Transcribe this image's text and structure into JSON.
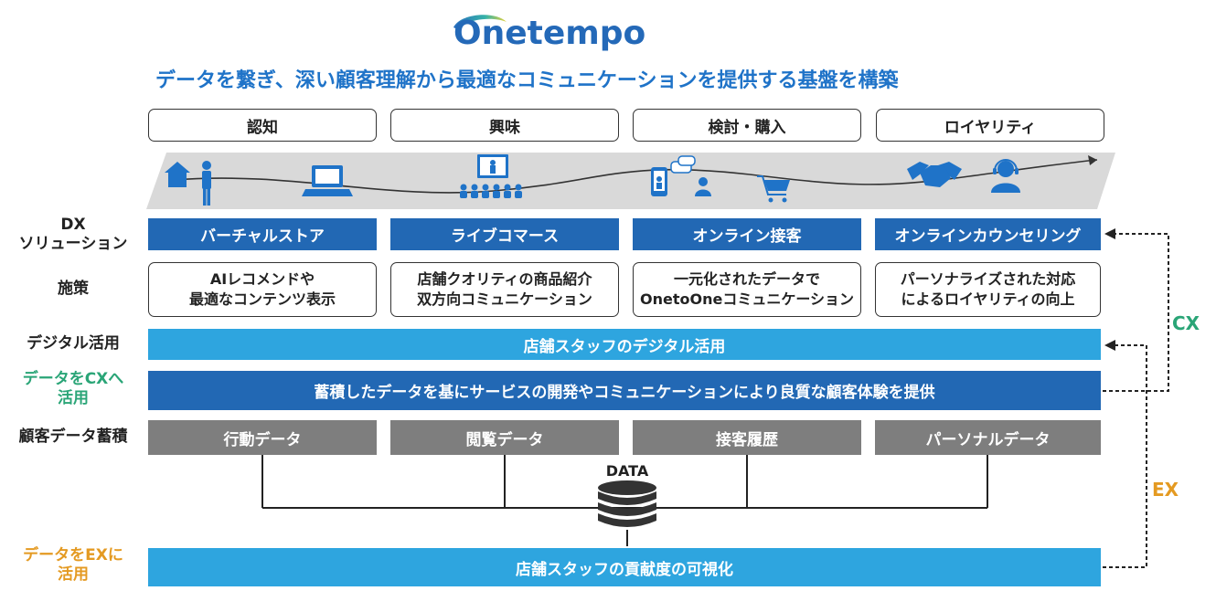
{
  "logo": {
    "text": "Onetempo"
  },
  "headline": "データを繋ぎ、深い顧客理解から最適なコミュニケーションを提供する基盤を構築",
  "stages": [
    "認知",
    "興味",
    "検討・購入",
    "ロイヤリティ"
  ],
  "row_labels": {
    "dx": [
      "DX",
      "ソリューション"
    ],
    "measures": "施策",
    "digital": "デジタル活用",
    "data_to_cx": [
      "データをCXへ",
      "活用"
    ],
    "accumulation": "顧客データ蓄積",
    "data_to_ex": [
      "データをEXに",
      "活用"
    ]
  },
  "dx_solutions": [
    "バーチャルストア",
    "ライブコマース",
    "オンライン接客",
    "オンラインカウンセリング"
  ],
  "measures": [
    [
      "AIレコメンドや",
      "最適なコンテンツ表示"
    ],
    [
      "店舗クオリティの商品紹介",
      "双方向コミュニケーション"
    ],
    [
      "一元化されたデータで",
      "OnetoOneコミュニケーション"
    ],
    [
      "パーソナライズされた対応",
      "によるロイヤリティの向上"
    ]
  ],
  "bars": {
    "digital": "店舗スタッフのデジタル活用",
    "cx": "蓄積したデータを基にサービスの開発やコミュニケーションにより良質な顧客体験を提供",
    "ex": "店舗スタッフの貢献度の可視化"
  },
  "data_sources": [
    "行動データ",
    "閲覧データ",
    "接客履歴",
    "パーソナルデータ"
  ],
  "database_label": "DATA",
  "side_labels": {
    "cx": "CX",
    "ex": "EX"
  },
  "colors": {
    "blue_dark": "#2268b4",
    "blue_light": "#2ea5df",
    "gray": "#7e7e7e",
    "green": "#2aa577",
    "orange": "#e49a22"
  },
  "icons": [
    "home-person-icon",
    "laptop-icon",
    "audience-presentation-icon",
    "mobile-chat-icon",
    "shopping-cart-icon",
    "handshake-icon",
    "headset-operator-icon",
    "database-icon"
  ]
}
